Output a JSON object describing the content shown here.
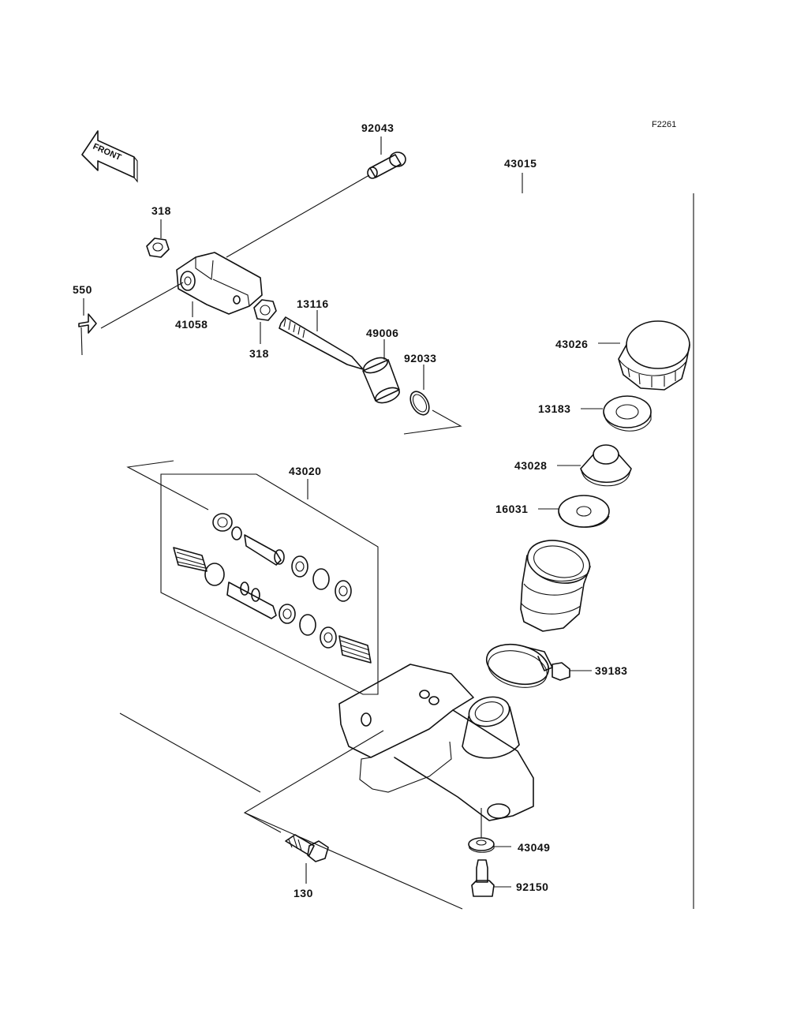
{
  "figure_code": "F2261",
  "front_label": "FRONT",
  "part_numbers": {
    "p92043": "92043",
    "p43015": "43015",
    "p318a": "318",
    "p318b": "318",
    "p550": "550",
    "p41058": "41058",
    "p13116": "13116",
    "p49006": "49006",
    "p92033": "92033",
    "p43026": "43026",
    "p13183": "13183",
    "p43028": "43028",
    "p16031": "16031",
    "p43020": "43020",
    "p39183": "39183",
    "p43049": "43049",
    "p92150": "92150",
    "p130": "130"
  }
}
